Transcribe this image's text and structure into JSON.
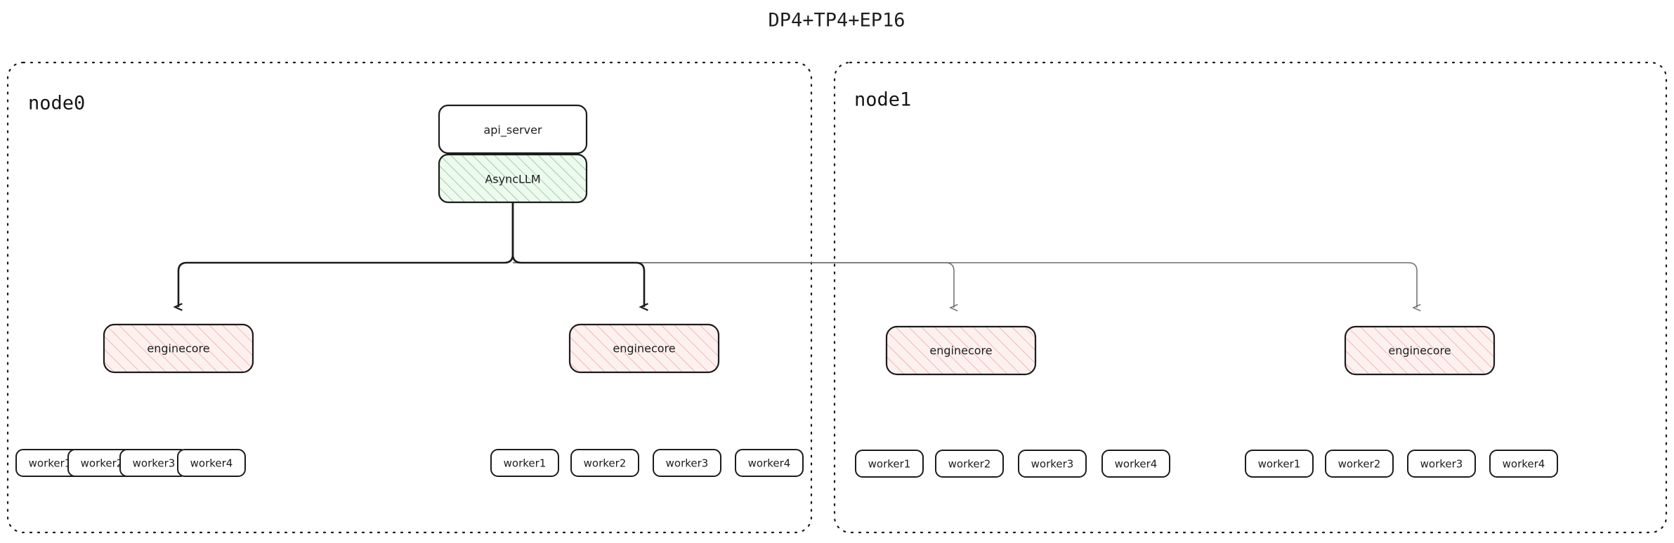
{
  "title": "DP4+TP4+EP16",
  "colors": {
    "background": "#ffffff",
    "stroke": "#1c1c1c",
    "green_fill": "#eef9f0",
    "green_hatch": "#7fc98d",
    "red_fill": "#fdf0f0",
    "red_hatch": "#e8a0a0",
    "edge_strong": "#1c1c1c",
    "edge_faint": "#6e6e6e",
    "container_stroke": "#1a1a1a"
  },
  "nodes": [
    {
      "id": "node0",
      "label": "node0",
      "top_boxes": [
        {
          "id": "api_server",
          "label": "api_server",
          "style": "plain"
        },
        {
          "id": "async_llm",
          "label": "AsyncLLM",
          "style": "green-hatch"
        }
      ],
      "enginecores": [
        {
          "id": "node0-ec0",
          "label": "enginecore",
          "style": "red-hatch",
          "workers": [
            "worker1",
            "worker2",
            "worker3",
            "worker4"
          ]
        },
        {
          "id": "node0-ec1",
          "label": "enginecore",
          "style": "red-hatch",
          "workers": [
            "worker1",
            "worker2",
            "worker3",
            "worker4"
          ]
        }
      ]
    },
    {
      "id": "node1",
      "label": "node1",
      "top_boxes": [],
      "enginecores": [
        {
          "id": "node1-ec0",
          "label": "enginecore",
          "style": "red-hatch",
          "workers": [
            "worker1",
            "worker2",
            "worker3",
            "worker4"
          ]
        },
        {
          "id": "node1-ec1",
          "label": "enginecore",
          "style": "red-hatch",
          "workers": [
            "worker1",
            "worker2",
            "worker3",
            "worker4"
          ]
        }
      ]
    }
  ],
  "edges": [
    {
      "from": "async_llm",
      "to": "node0-ec0",
      "emphasis": "strong"
    },
    {
      "from": "async_llm",
      "to": "node0-ec1",
      "emphasis": "strong"
    },
    {
      "from": "async_llm",
      "to": "node1-ec0",
      "emphasis": "faint"
    },
    {
      "from": "async_llm",
      "to": "node1-ec1",
      "emphasis": "faint"
    }
  ]
}
